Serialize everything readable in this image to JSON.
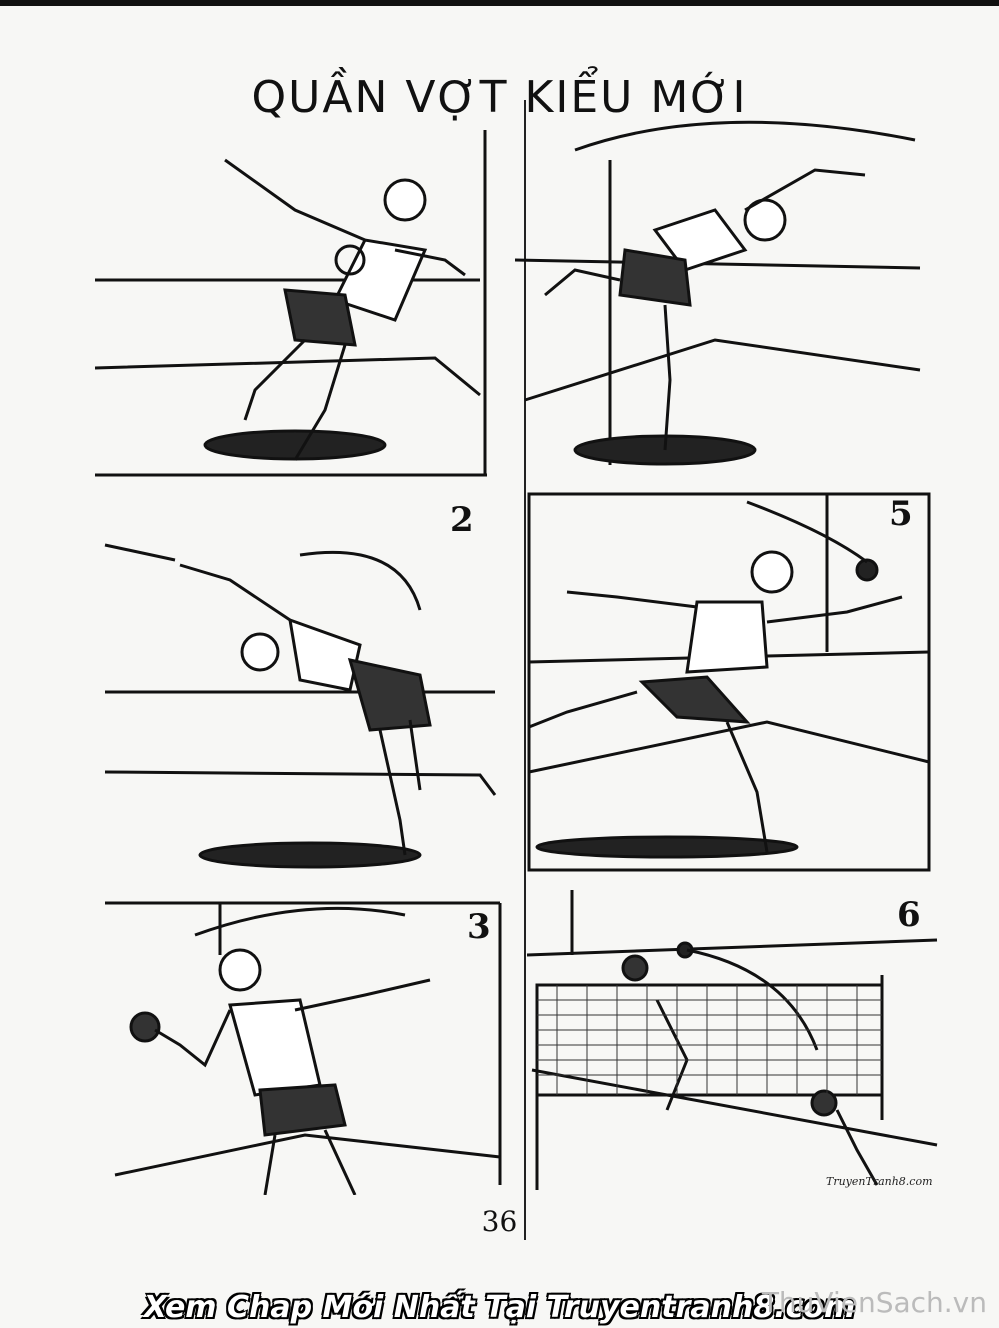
{
  "title": "QUẦN VỢT KIỂU MỚI",
  "panels": [
    {
      "number": ""
    },
    {
      "number": ""
    },
    {
      "number": "2"
    },
    {
      "number": "5"
    },
    {
      "number": "3"
    },
    {
      "number": "6"
    }
  ],
  "page_number": "36",
  "credit": "TruyenTranh8.com",
  "footer_text": "Xem Chap Mới Nhất Tại Truyentranh8.com",
  "watermark": "ThuVienSach.vn",
  "colors": {
    "ink": "#111111",
    "paper": "#f7f7f5"
  }
}
